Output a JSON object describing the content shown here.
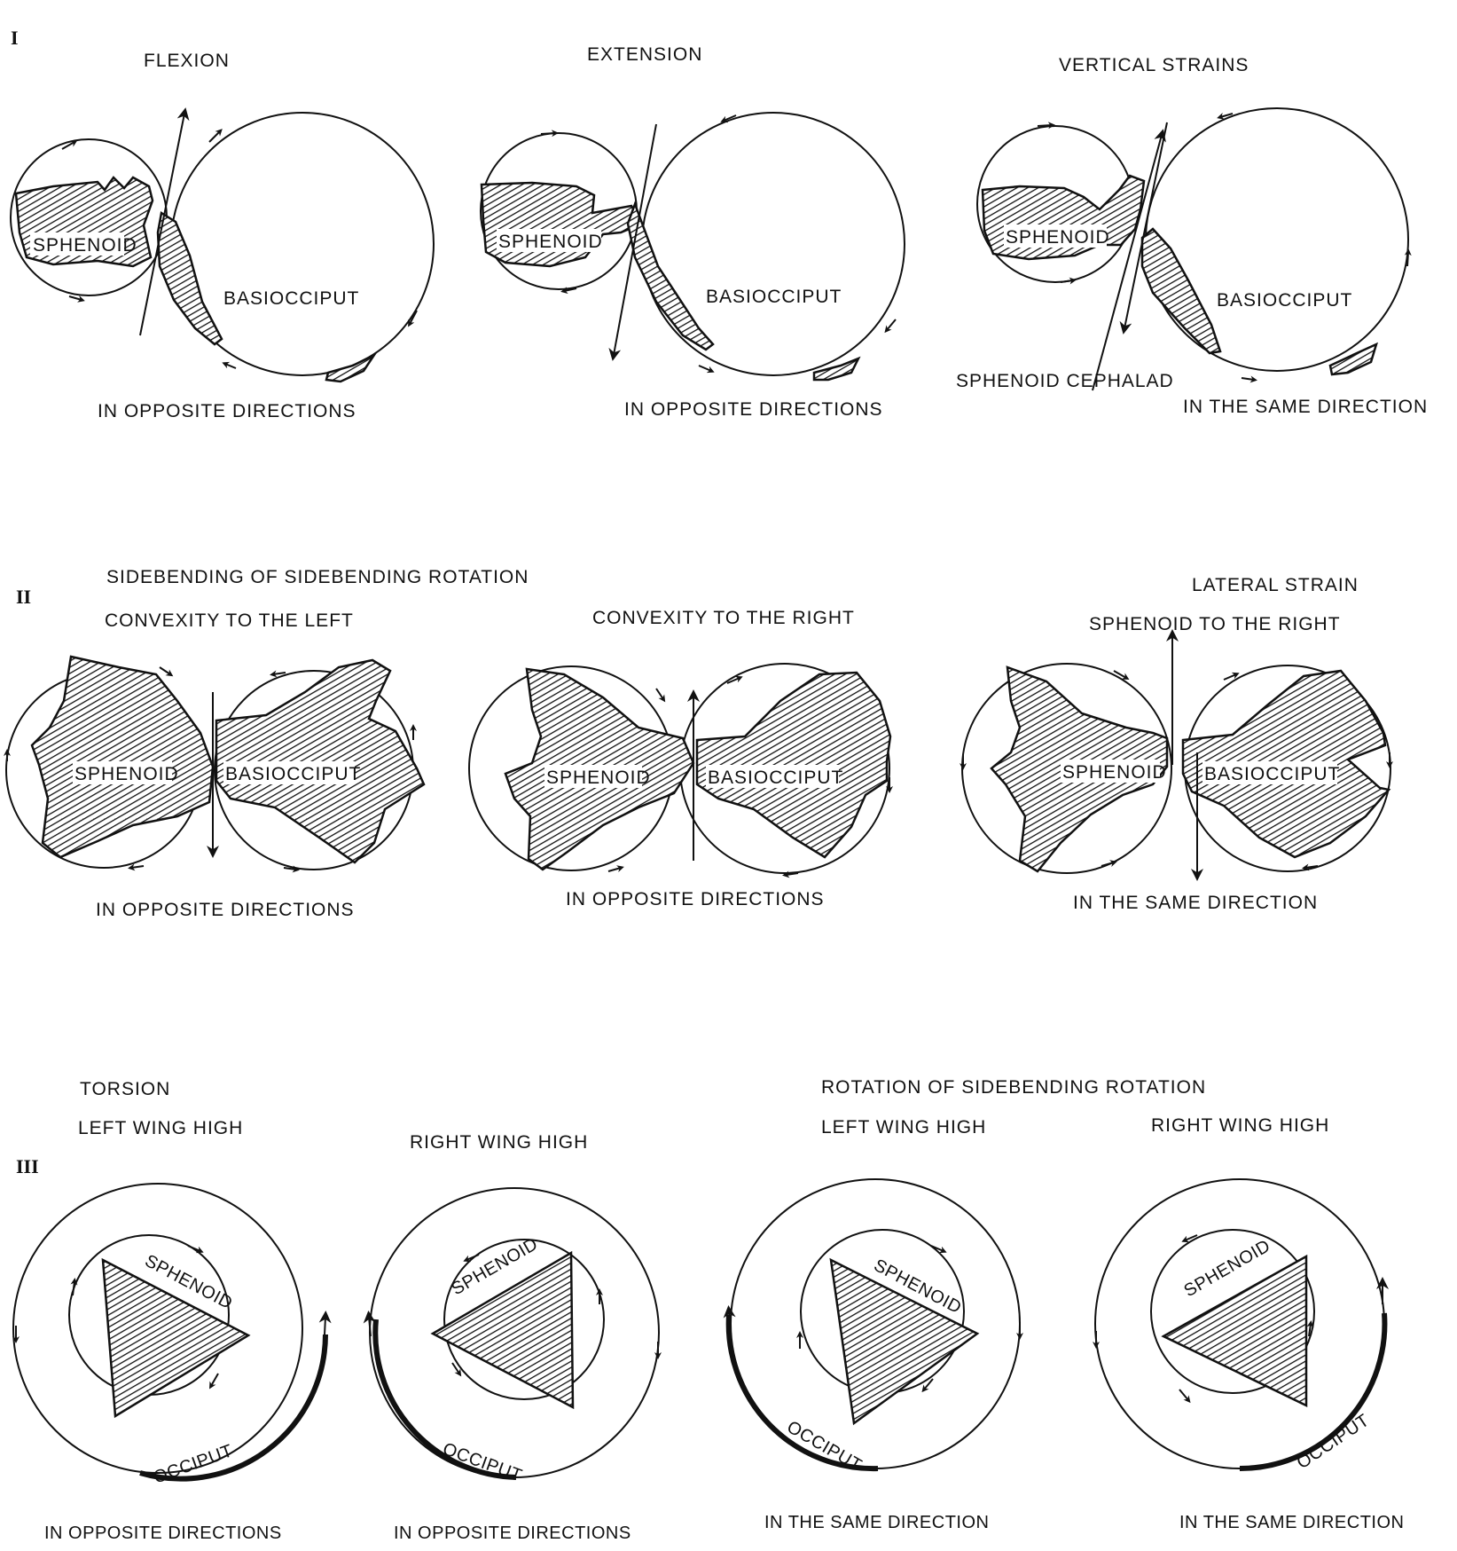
{
  "section_numerals": {
    "one": "I",
    "two": "II",
    "three": "III"
  },
  "row1": {
    "flexion": {
      "title": "FLEXION",
      "sphenoid": "SPHENOID",
      "basiocciput": "BASIOCCIPUT",
      "caption": "IN OPPOSITE DIRECTIONS"
    },
    "extension": {
      "title": "EXTENSION",
      "sphenoid": "SPHENOID",
      "basiocciput": "BASIOCCIPUT",
      "caption": "IN OPPOSITE DIRECTIONS"
    },
    "vertical": {
      "title": "VERTICAL STRAINS",
      "sphenoid": "SPHENOID",
      "basiocciput": "BASIOCCIPUT",
      "annotation": "SPHENOID CEPHALAD",
      "caption": "IN THE SAME DIRECTION"
    }
  },
  "row2": {
    "group_title": "SIDEBENDING OF SIDEBENDING ROTATION",
    "left": {
      "title": "CONVEXITY TO THE LEFT",
      "sphenoid": "SPHENOID",
      "basiocciput": "BASIOCCIPUT",
      "caption": "IN OPPOSITE DIRECTIONS"
    },
    "right": {
      "title": "CONVEXITY TO THE RIGHT",
      "sphenoid": "SPHENOID",
      "basiocciput": "BASIOCCIPUT",
      "caption": "IN OPPOSITE DIRECTIONS"
    },
    "lateral": {
      "title": "LATERAL STRAIN",
      "subtitle": "SPHENOID TO THE RIGHT",
      "sphenoid": "SPHENOID",
      "basiocciput": "BASIOCCIPUT",
      "caption": "IN THE SAME DIRECTION"
    }
  },
  "row3": {
    "torsion_title": "TORSION",
    "rotation_title": "ROTATION OF SIDEBENDING ROTATION",
    "d1": {
      "title": "LEFT WING HIGH",
      "sphenoid": "SPHENOID",
      "occiput": "OCCIPUT",
      "caption": "IN OPPOSITE DIRECTIONS"
    },
    "d2": {
      "title": "RIGHT WING HIGH",
      "sphenoid": "SPHENOID",
      "occiput": "OCCIPUT",
      "caption": "IN OPPOSITE DIRECTIONS"
    },
    "d3": {
      "title": "LEFT WING HIGH",
      "sphenoid": "SPHENOID",
      "occiput": "OCCIPUT",
      "caption": "IN THE SAME DIRECTION"
    },
    "d4": {
      "title": "RIGHT WING HIGH",
      "sphenoid": "SPHENOID",
      "occiput": "OCCIPUT",
      "caption": "IN THE SAME DIRECTION"
    }
  }
}
